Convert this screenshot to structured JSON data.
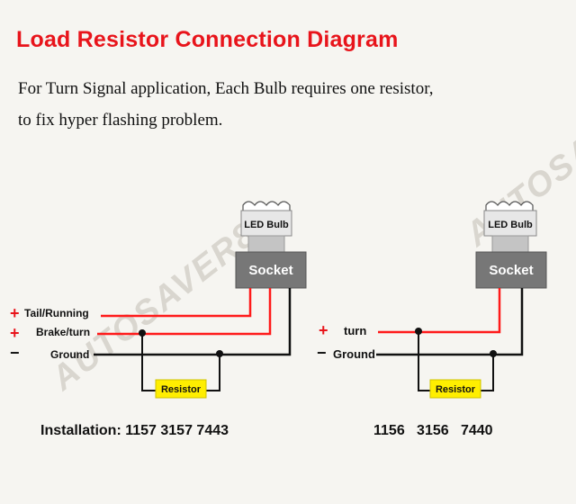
{
  "title": "Load Resistor Connection Diagram",
  "description_line1": "For Turn Signal application, Each Bulb requires one resistor,",
  "description_line2": "to fix hyper flashing problem.",
  "watermark": "AUTOSAVER88",
  "colors": {
    "title": "#e8141b",
    "hot_wire": "#ff1a1a",
    "ground_wire": "#111111",
    "socket": "#777777",
    "resistor": "#ffee00"
  },
  "left_diagram": {
    "bulb_label": "LED Bulb",
    "socket_label": "Socket",
    "resistor_label": "Resistor",
    "wires": [
      {
        "sign": "+",
        "label": "Tail/Running"
      },
      {
        "sign": "+",
        "label": "Brake/turn"
      },
      {
        "sign": "−",
        "label": "Ground"
      }
    ],
    "installation": "Installation: 1157 3157 7443"
  },
  "right_diagram": {
    "bulb_label": "LED Bulb",
    "socket_label": "Socket",
    "resistor_label": "Resistor",
    "wires": [
      {
        "sign": "+",
        "label": "turn"
      },
      {
        "sign": "−",
        "label": "Ground"
      }
    ],
    "installation": "1156   3156   7440"
  }
}
